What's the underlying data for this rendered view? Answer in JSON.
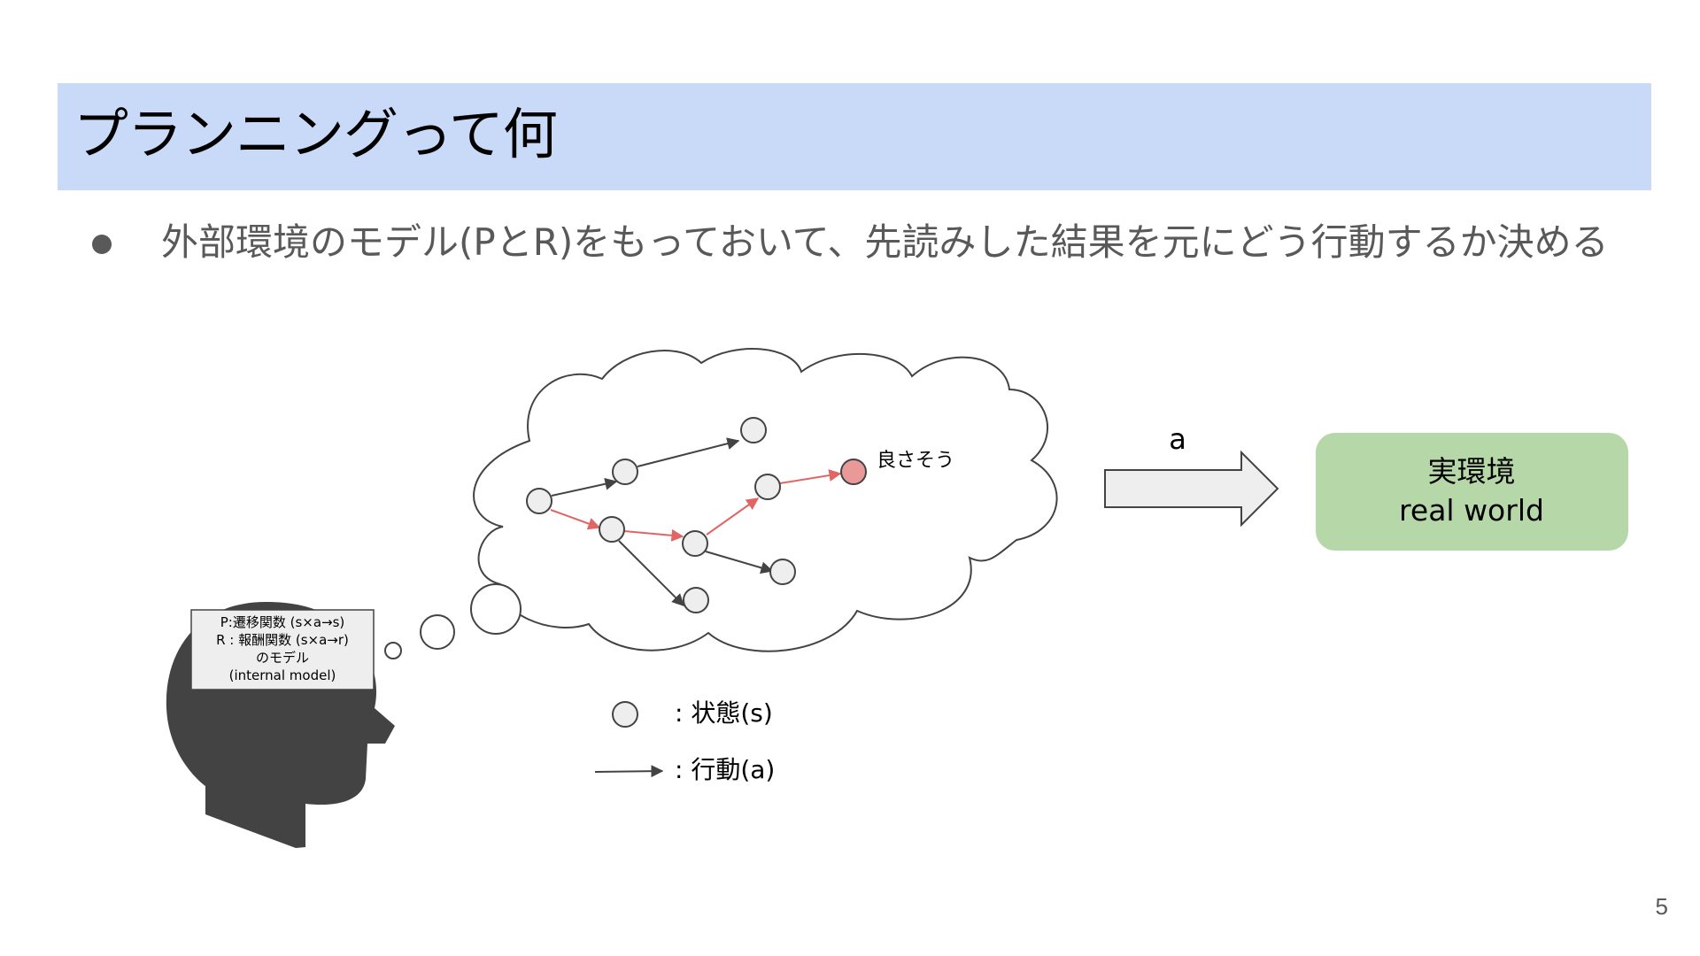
{
  "slide": {
    "title": "プランニングって何",
    "bullet": "外部環境のモデル(PとR)をもっておいて、先読みした結果を元にどう行動するか決める",
    "page_number": "5"
  },
  "diagram": {
    "head_box": {
      "line1": "P:遷移関数 (s×a→s)",
      "line2": "R : 報酬関数 (s×a→r)",
      "line3": "のモデル",
      "line4": "(internal model)"
    },
    "good_label": "良さそう",
    "action_label": "a",
    "real_world": {
      "line1": "実環境",
      "line2": "real world"
    },
    "legend": {
      "state": ": 状態(s)",
      "action": ": 行動(a)"
    }
  },
  "colors": {
    "title_bg": "#c9daf8",
    "head": "#434343",
    "state_node": "#eeeeee",
    "good_node": "#ea9999",
    "planned_edge": "#e06666",
    "real_world_bg": "#b6d7a8",
    "text_gray": "#595959"
  }
}
